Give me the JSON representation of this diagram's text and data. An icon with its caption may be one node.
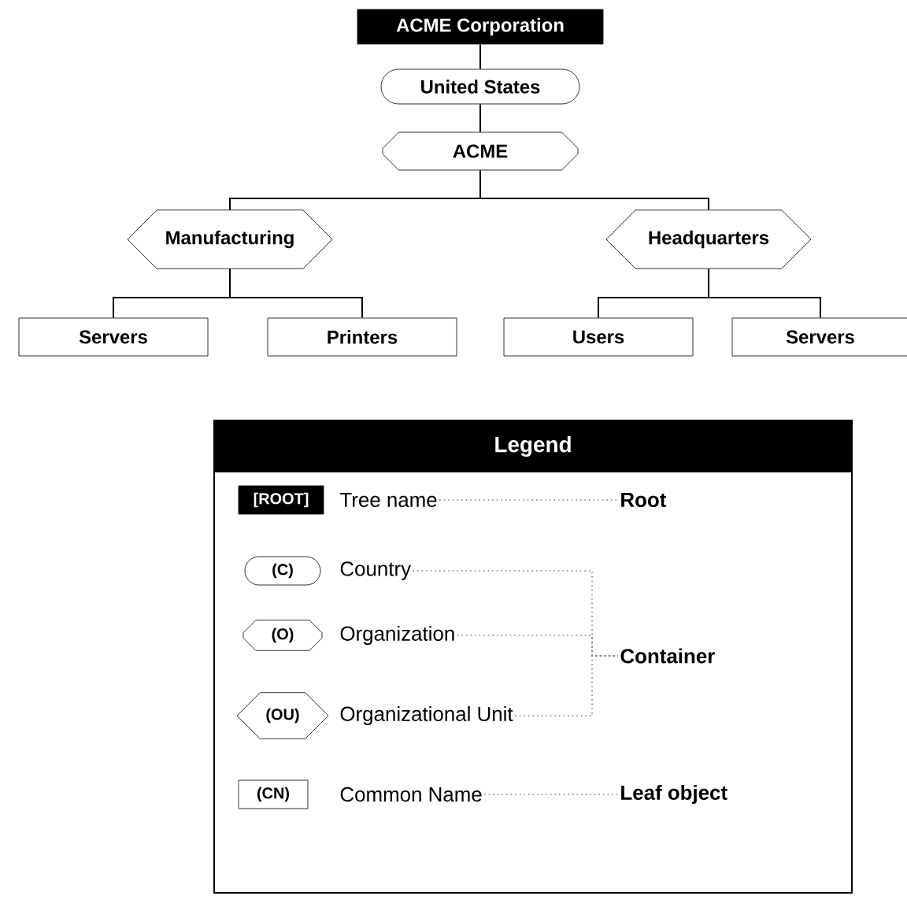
{
  "diagram": {
    "nodes": [
      {
        "text": [
          "ACME Corporation"
        ]
      },
      {
        "text": [
          "United States"
        ]
      },
      {
        "text": [
          "ACME"
        ]
      },
      {
        "text": [
          "Manufacturing"
        ]
      },
      {
        "text": [
          "Headquarters"
        ]
      },
      {
        "text": [
          "Servers"
        ]
      },
      {
        "text": [
          "Printers"
        ]
      },
      {
        "text": [
          "Users"
        ]
      },
      {
        "text": [
          "Servers"
        ]
      },
      {
        "text": [
          "Legend"
        ]
      },
      {
        "text": [
          "[ROOT]"
        ],
        "in": 9
      },
      {
        "text": [
          "Tree name"
        ],
        "in": 9
      },
      {
        "text": [
          "Root"
        ],
        "in": 9
      },
      {
        "text": [
          "(C)"
        ],
        "in": 9
      },
      {
        "text": [
          "Country"
        ],
        "in": 9
      },
      {
        "text": [
          "(O)"
        ],
        "in": 9
      },
      {
        "text": [
          "Organization"
        ],
        "in": 9
      },
      {
        "text": [
          "Container"
        ],
        "in": 9
      },
      {
        "text": [
          "(OU)"
        ],
        "in": 9
      },
      {
        "text": [
          "Organizational Unit"
        ],
        "in": 9
      },
      {
        "text": [
          "(CN)"
        ],
        "in": 9
      },
      {
        "text": [
          "Common Name"
        ],
        "in": 9
      },
      {
        "text": [
          "Leaf object"
        ],
        "in": 9
      }
    ],
    "edges": [
      {
        "from": 0,
        "to": 1,
        "arrow": "none"
      },
      {
        "from": 1,
        "to": 2,
        "arrow": "none"
      },
      {
        "from": 2,
        "to": 3,
        "arrow": "none"
      },
      {
        "from": 2,
        "to": 4,
        "arrow": "none"
      },
      {
        "from": 3,
        "to": 5,
        "arrow": "none"
      },
      {
        "from": 3,
        "to": 6,
        "arrow": "none"
      },
      {
        "from": 4,
        "to": 7,
        "arrow": "none"
      },
      {
        "from": 4,
        "to": 8,
        "arrow": "none"
      },
      {
        "from": 11,
        "to": 12,
        "arrow": "none",
        "style": "dashed",
        "color": "#808080"
      },
      {
        "from": 14,
        "to": 17,
        "arrow": "none",
        "style": "dashed",
        "color": "#808080"
      },
      {
        "from": 16,
        "to": 17,
        "arrow": "none",
        "style": "dashed",
        "color": "#808080"
      },
      {
        "from": 19,
        "to": 17,
        "arrow": "none",
        "style": "dashed",
        "color": "#808080"
      },
      {
        "from": 21,
        "to": 22,
        "arrow": "none",
        "style": "dashed",
        "color": "#808080"
      }
    ]
  }
}
